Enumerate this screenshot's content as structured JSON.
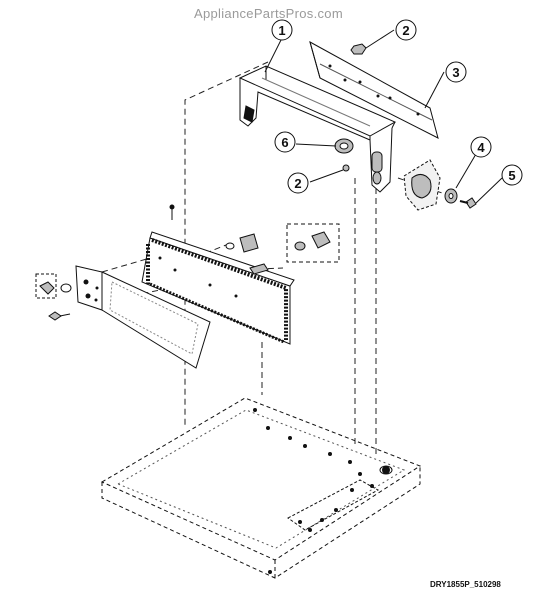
{
  "watermark": "AppliancePartsPros.com",
  "drawing_code": "DRY1855P_510298",
  "callouts": [
    {
      "id": "callout-1",
      "label": "1"
    },
    {
      "id": "callout-2a",
      "label": "2"
    },
    {
      "id": "callout-3",
      "label": "3"
    },
    {
      "id": "callout-4",
      "label": "4"
    },
    {
      "id": "callout-5",
      "label": "5"
    },
    {
      "id": "callout-6",
      "label": "6"
    },
    {
      "id": "callout-2b",
      "label": "2"
    }
  ],
  "colors": {
    "line": "#111111",
    "watermark": "#9a9a9a",
    "shade": "#bdbdbd"
  }
}
